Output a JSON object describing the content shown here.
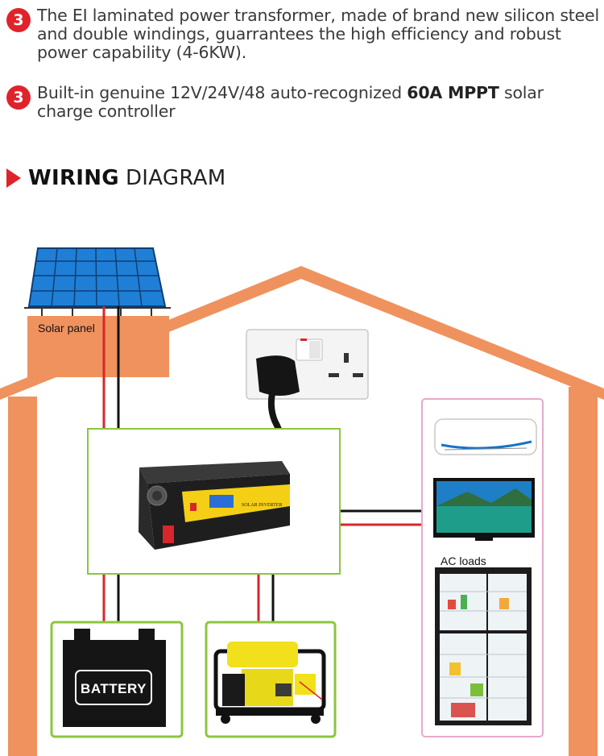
{
  "features": [
    {
      "number": "3",
      "text": "The EI laminated power transformer, made of brand new silicon steel and double windings, guarrantees the high efficiency and robust power capability (4-6KW)."
    },
    {
      "number": "3",
      "text_before": "Built-in genuine 12V/24V/48 auto-recognized ",
      "text_bold": "60A MPPT",
      "text_after": " solar charge controller"
    }
  ],
  "section": {
    "title_bold": "WIRING",
    "title_rest": "DIAGRAM"
  },
  "diagram": {
    "solar_label": "Solar panel",
    "ac_loads_label": "AC loads",
    "battery_label": "BATTERY",
    "inverter_label": "SOLAR INVERTER"
  },
  "colors": {
    "accent": "#e0232b",
    "house": "#f0925e",
    "green_box": "#8cc63f",
    "pink_box": "#e7a9c9",
    "wire_red": "#d7262c",
    "wire_black": "#111111"
  }
}
